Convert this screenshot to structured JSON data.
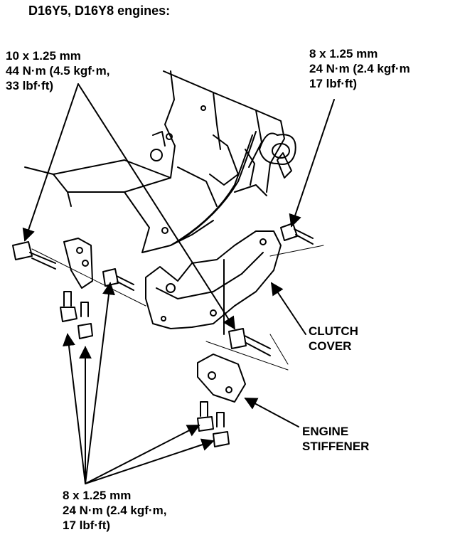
{
  "title": "D16Y5, D16Y8 engines:",
  "torque_left": {
    "line1": "10 x 1.25 mm",
    "line2": "44 N·m (4.5 kgf·m,",
    "line3": "33 lbf·ft)"
  },
  "torque_right": {
    "line1": "8 x 1.25 mm",
    "line2": "24 N·m (2.4 kgf·m",
    "line3": "17 lbf·ft)"
  },
  "torque_bottom": {
    "line1": "8 x 1.25 mm",
    "line2": "24 N·m (2.4 kgf·m,",
    "line3": "17 lbf·ft)"
  },
  "labels": {
    "clutch_cover": "CLUTCH\nCOVER",
    "engine_stiffener": "ENGINE\nSTIFFENER"
  }
}
